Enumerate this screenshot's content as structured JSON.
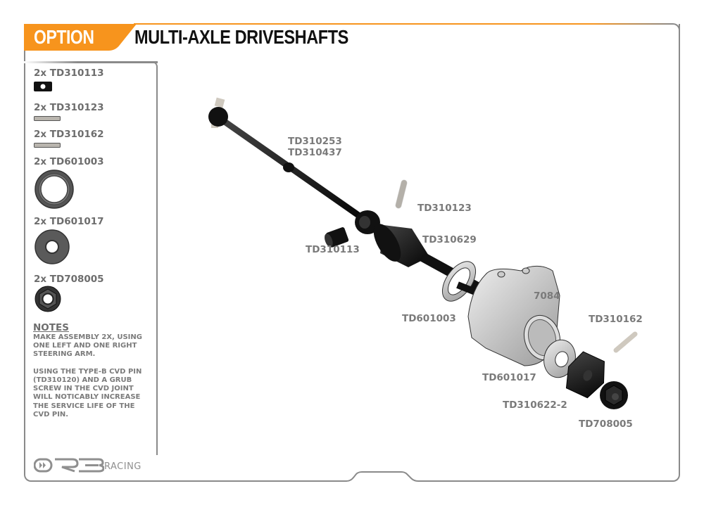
{
  "header": {
    "option_label": "OPTION",
    "title": "MULTI-AXLE DRIVESHAFTS",
    "accent_color": "#f7941d"
  },
  "parts_list": [
    {
      "qty": "2x",
      "part": "TD310113",
      "label": "2x TD310113",
      "icon": "grub-screw-icon"
    },
    {
      "qty": "2x",
      "part": "TD310123",
      "label": "2x TD310123",
      "icon": "pin-icon"
    },
    {
      "qty": "2x",
      "part": "TD310162",
      "label": "2x TD310162",
      "icon": "pin-icon"
    },
    {
      "qty": "2x",
      "part": "TD601003",
      "label": "2x TD601003",
      "icon": "bearing-icon"
    },
    {
      "qty": "2x",
      "part": "TD601017",
      "label": "2x TD601017",
      "icon": "bearing-icon"
    },
    {
      "qty": "2x",
      "part": "TD708005",
      "label": "2x TD708005",
      "icon": "nut-icon"
    }
  ],
  "notes": {
    "title": "NOTES",
    "text": "MAKE ASSEMBLY 2X, USING\nONE LEFT AND ONE RIGHT\nSTEERING ARM.\n\nUSING THE TYPE-B CVD PIN\n(TD310120) AND A GRUB\nSCREW IN THE CVD JOINT\nWILL NOTICABLY INCREASE\nTHE SERVICE LIFE OF THE\nCVD PIN."
  },
  "diagram": {
    "callouts": [
      {
        "id": "driveshaft",
        "text": "TD310253\nTD310437"
      },
      {
        "id": "grub",
        "text": "TD310113"
      },
      {
        "id": "pin1",
        "text": "TD310123"
      },
      {
        "id": "axle",
        "text": "TD310629"
      },
      {
        "id": "bearing1",
        "text": "TD601003"
      },
      {
        "id": "hub",
        "text": "7084"
      },
      {
        "id": "pin2",
        "text": "TD310162"
      },
      {
        "id": "bearing2",
        "text": "TD601017"
      },
      {
        "id": "hex",
        "text": "TD310622-2"
      },
      {
        "id": "nut",
        "text": "TD708005"
      }
    ]
  },
  "branding": {
    "logo": "ORB",
    "logo_suffix": "RACING"
  }
}
